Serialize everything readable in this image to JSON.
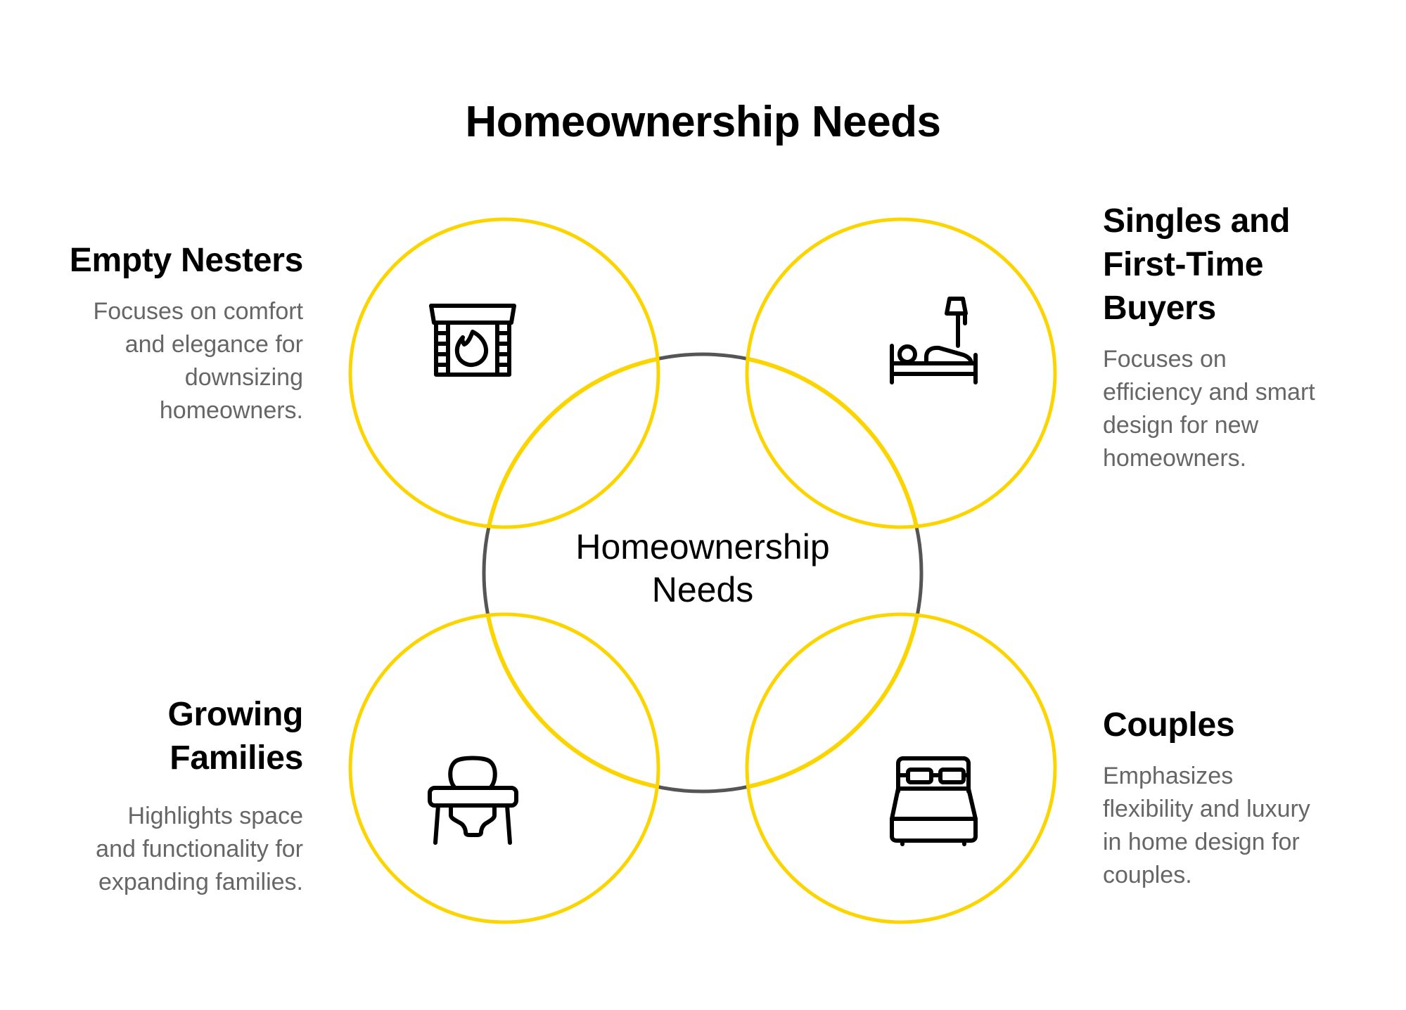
{
  "title": "Homeownership Needs",
  "center": {
    "label_line1": "Homeownership",
    "label_line2": "Needs"
  },
  "colors": {
    "accent_yellow": "#FCD500",
    "center_ring_gray": "#555555",
    "description_gray": "#666666",
    "text_black": "#000000",
    "background": "#FFFFFF"
  },
  "segments": [
    {
      "id": "empty-nesters",
      "position": "top-left",
      "icon": "fireplace-icon",
      "heading_lines": [
        "Empty Nesters"
      ],
      "description_lines": [
        "Focuses on comfort",
        "and elegance for",
        "downsizing",
        "homeowners."
      ]
    },
    {
      "id": "singles-first-time-buyers",
      "position": "top-right",
      "icon": "person-sleeping-bed-lamp-icon",
      "heading_lines": [
        "Singles and",
        "First-Time",
        "Buyers"
      ],
      "description_lines": [
        "Focuses on",
        "efficiency and smart",
        "design for new",
        "homeowners."
      ]
    },
    {
      "id": "growing-families",
      "position": "bottom-left",
      "icon": "high-chair-icon",
      "heading_lines": [
        "Growing",
        "Families"
      ],
      "description_lines": [
        "Highlights space",
        "and functionality for",
        "expanding families."
      ]
    },
    {
      "id": "couples",
      "position": "bottom-right",
      "icon": "double-bed-icon",
      "heading_lines": [
        "Couples"
      ],
      "description_lines": [
        "Emphasizes",
        "flexibility and luxury",
        "in home design for",
        "couples."
      ]
    }
  ]
}
